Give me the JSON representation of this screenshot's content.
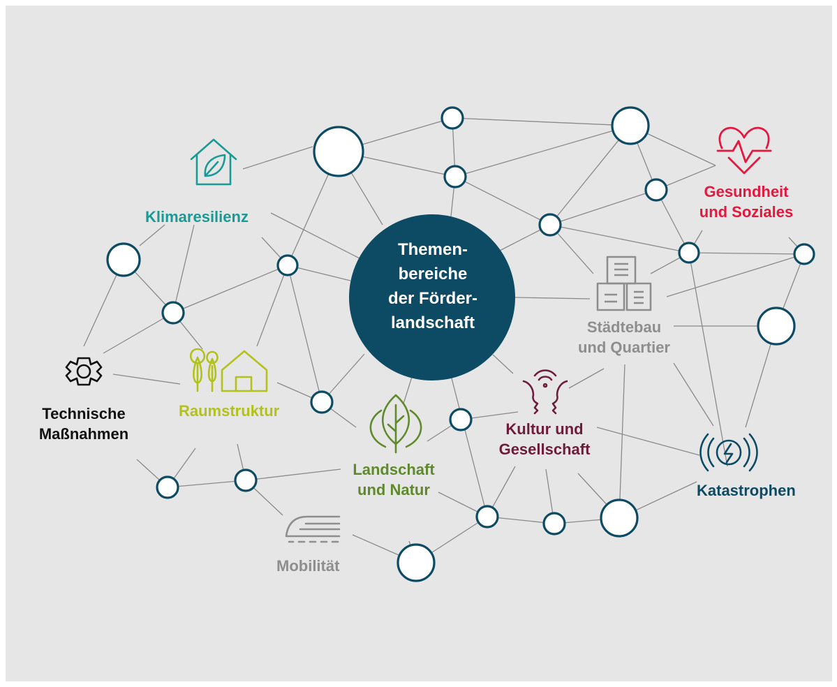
{
  "center": {
    "lines": [
      "Themen-",
      "bereiche",
      "der Förder-",
      "landschaft"
    ],
    "color": "#0d4a63"
  },
  "topics": {
    "klima": {
      "label": "Klimaresilienz",
      "color": "#1a9a95",
      "icon": "house-leaf-icon"
    },
    "gesundheit": {
      "line1": "Gesundheit",
      "line2": "und Soziales",
      "color": "#e2183e",
      "icon": "heart-pulse-icon"
    },
    "staedtebau": {
      "line1": "Städtebau",
      "line2": "und Quartier",
      "color": "#8e8e8e",
      "icon": "buildings-icon"
    },
    "technik": {
      "line1": "Technische",
      "line2": "Maßnahmen",
      "color": "#111111",
      "icon": "gear-icon"
    },
    "raum": {
      "label": "Raumstruktur",
      "color": "#b3c21a",
      "icon": "trees-house-icon"
    },
    "landschaft": {
      "line1": "Landschaft",
      "line2": "und Natur",
      "color": "#5f8a2c",
      "icon": "leaf-icon"
    },
    "kultur": {
      "line1": "Kultur und",
      "line2": "Gesellschaft",
      "color": "#6e1c3c",
      "icon": "faces-dialogue-icon"
    },
    "katastrophen": {
      "label": "Katastrophen",
      "color": "#0d4a63",
      "icon": "lightning-waves-icon"
    },
    "mobilitaet": {
      "label": "Mobilität",
      "color": "#8e8e8e",
      "icon": "train-icon"
    }
  },
  "colors": {
    "background": "#e6e6e6",
    "edge": "#8a8a8a",
    "node_stroke": "#0d4a63"
  }
}
